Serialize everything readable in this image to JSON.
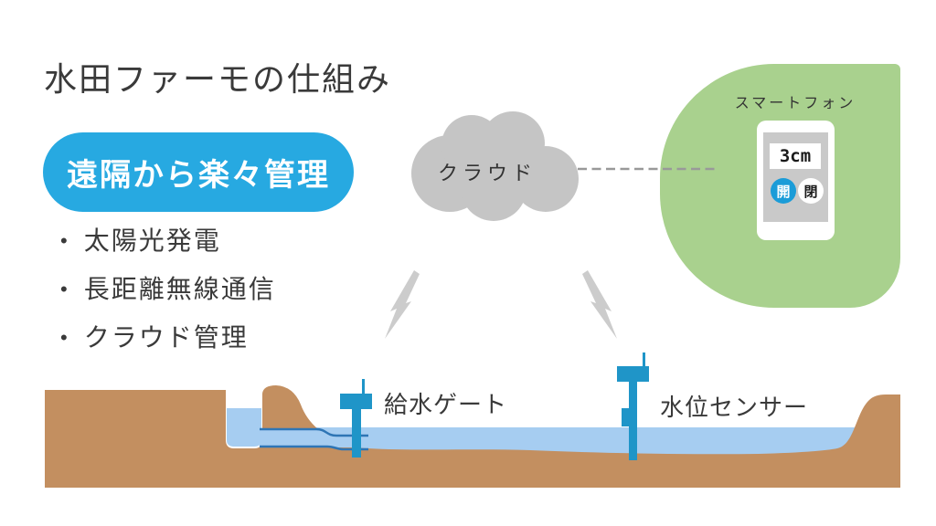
{
  "slide": {
    "title": "水田ファーモの仕組み",
    "badge": {
      "label": "遠隔から楽々管理",
      "bg_color": "#27a9e1",
      "text_color": "#ffffff"
    },
    "features": {
      "bullet": "•",
      "items": [
        {
          "label": "太陽光発電"
        },
        {
          "label": "長距離無線通信"
        },
        {
          "label": "クラウド管理"
        }
      ]
    }
  },
  "cloud": {
    "label": "クラウド",
    "fill_color": "#c5c5c5"
  },
  "smartphone": {
    "label": "スマートフォン",
    "water_level_value": "3cm",
    "open_button_label": "開",
    "close_button_label": "閉",
    "open_button_color": "#1b9cd8",
    "highlight_bg_color": "#a9d18e",
    "screen_color": "#c9c9c9"
  },
  "field": {
    "gate_label": "給水ゲート",
    "sensor_label": "水位センサー",
    "colors": {
      "ground": "#c38f60",
      "water": "#a6cdf1",
      "device": "#1f95c8",
      "pipe_outline": "#2e75b5",
      "lightning": "#cccccc",
      "dashed_link": "#999999"
    }
  }
}
